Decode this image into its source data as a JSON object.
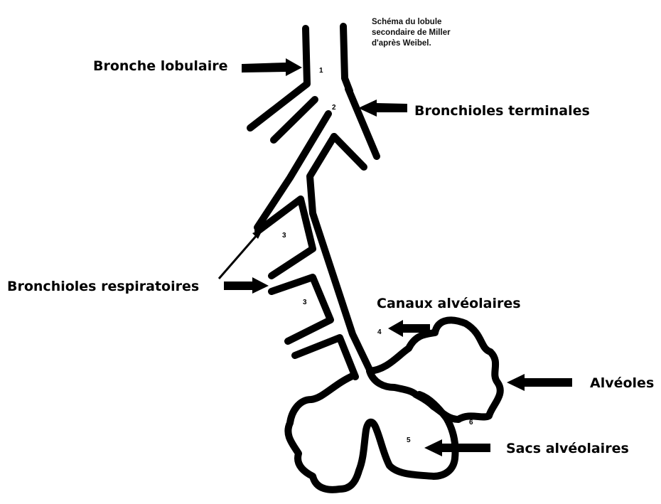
{
  "caption": {
    "lines": [
      "Schéma du lobule",
      "secondaire de Miller",
      "d'après Weibel."
    ]
  },
  "labels": {
    "bronche_lobulaire": "Bronche lobulaire",
    "bronchioles_terminales": "Bronchioles terminales",
    "bronchioles_respiratoires": "Bronchioles respiratoires",
    "canaux_alveolaires": "Canaux alvéolaires",
    "alveoles": "Alvéoles",
    "sacs_alveolaires": "Sacs alvéolaires"
  },
  "numbers": {
    "n1": "1",
    "n2": "2",
    "n3a": "3",
    "n3b": "3",
    "n4": "4",
    "n5": "5",
    "n6": "6"
  },
  "colors": {
    "ink": "#000000",
    "background": "#ffffff"
  }
}
